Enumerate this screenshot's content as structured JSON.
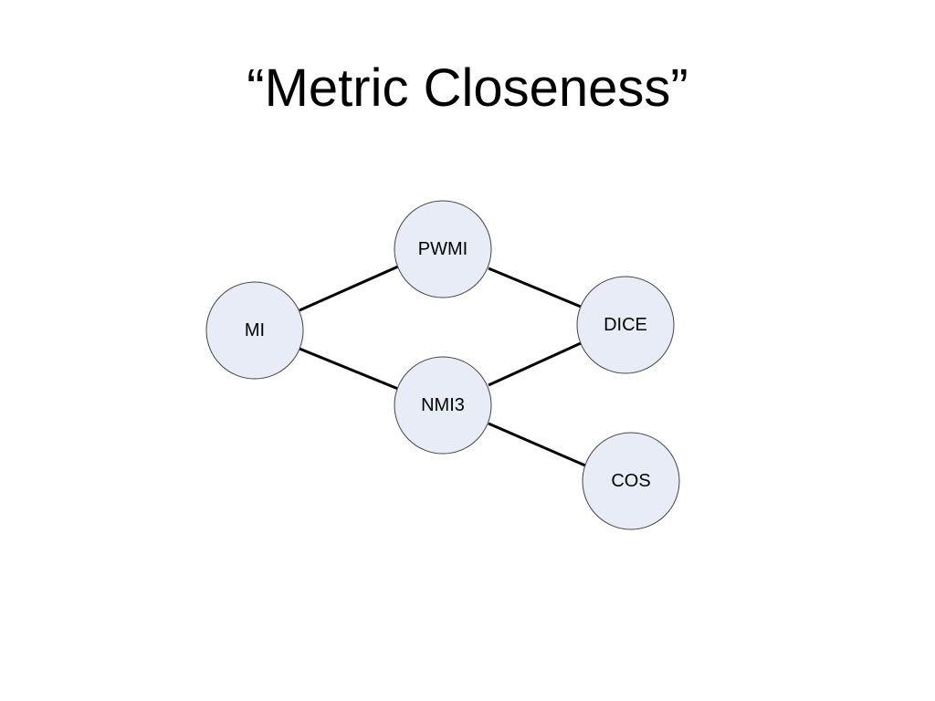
{
  "slide": {
    "title": "“Metric Closeness”"
  },
  "diagram": {
    "node_fill": "#e8ecf7",
    "node_stroke": "#444444",
    "edge_color": "#000000",
    "nodes": [
      {
        "id": "mi",
        "label": "MI"
      },
      {
        "id": "pwmi",
        "label": "PWMI"
      },
      {
        "id": "nmi3",
        "label": "NMI3"
      },
      {
        "id": "dice",
        "label": "DICE"
      },
      {
        "id": "cos",
        "label": "COS"
      }
    ],
    "edges": [
      {
        "from": "MI",
        "to": "PWMI"
      },
      {
        "from": "MI",
        "to": "NMI3"
      },
      {
        "from": "PWMI",
        "to": "DICE"
      },
      {
        "from": "NMI3",
        "to": "DICE"
      },
      {
        "from": "NMI3",
        "to": "COS"
      }
    ]
  }
}
